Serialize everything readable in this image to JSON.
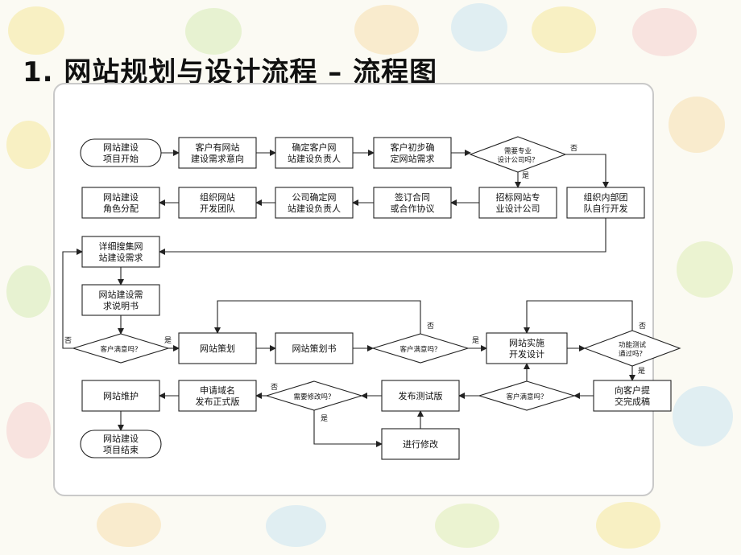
{
  "title": "1. 网站规划与设计流程 – 流程图",
  "nodes": [
    {
      "id": "n1",
      "lines": [
        "网站建设",
        "项目开始"
      ]
    },
    {
      "id": "n2",
      "lines": [
        "客户有网站",
        "建设需求意向"
      ]
    },
    {
      "id": "n3",
      "lines": [
        "确定客户网",
        "站建设负责人"
      ]
    },
    {
      "id": "n4",
      "lines": [
        "客户初步确",
        "定网站需求"
      ]
    },
    {
      "id": "d1",
      "lines": [
        "需要专业",
        "设计公司吗？"
      ]
    },
    {
      "id": "n5",
      "lines": [
        "招标网站专",
        "业设计公司"
      ]
    },
    {
      "id": "n6",
      "lines": [
        "组织内部团",
        "队自行开发"
      ]
    },
    {
      "id": "n7",
      "lines": [
        "签订合同",
        "或合作协议"
      ]
    },
    {
      "id": "n8",
      "lines": [
        "公司确定网",
        "站建设负责人"
      ]
    },
    {
      "id": "n9",
      "lines": [
        "组织网站",
        "开发团队"
      ]
    },
    {
      "id": "n10",
      "lines": [
        "网站建设",
        "角色分配"
      ]
    },
    {
      "id": "n11",
      "lines": [
        "详细搜集网",
        "站建设需求"
      ]
    },
    {
      "id": "n12",
      "lines": [
        "网站建设需",
        "求说明书"
      ]
    },
    {
      "id": "d2",
      "lines": [
        "客户满意吗？"
      ]
    },
    {
      "id": "n13",
      "lines": [
        "网站策划"
      ]
    },
    {
      "id": "n14",
      "lines": [
        "网站策划书"
      ]
    },
    {
      "id": "d3",
      "lines": [
        "客户满意吗？"
      ]
    },
    {
      "id": "n15",
      "lines": [
        "网站实施",
        "开发设计"
      ]
    },
    {
      "id": "d4",
      "lines": [
        "功能测试",
        "通过吗？"
      ]
    },
    {
      "id": "n16",
      "lines": [
        "向客户提",
        "交完成稿"
      ]
    },
    {
      "id": "d5",
      "lines": [
        "客户满意吗？"
      ]
    },
    {
      "id": "n17",
      "lines": [
        "发布测试版"
      ]
    },
    {
      "id": "d6",
      "lines": [
        "需要修改吗？"
      ]
    },
    {
      "id": "n18",
      "lines": [
        "进行修改"
      ]
    },
    {
      "id": "n19",
      "lines": [
        "申请域名",
        "发布正式版"
      ]
    },
    {
      "id": "n20",
      "lines": [
        "网站维护"
      ]
    },
    {
      "id": "n21",
      "lines": [
        "网站建设",
        "项目结束"
      ]
    }
  ],
  "edge_labels": {
    "yes": "是",
    "no": "否"
  }
}
